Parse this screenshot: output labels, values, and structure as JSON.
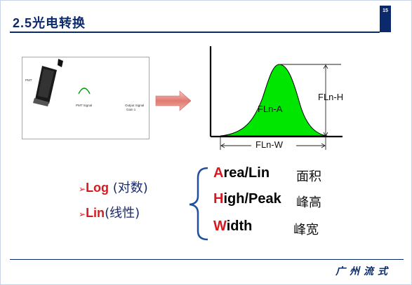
{
  "header": {
    "title": "2.5光电转换",
    "page_number": "15"
  },
  "screenshot": {
    "pmt_label": "PMT",
    "pmt_signal_label": "PMT Signal",
    "output_signal_label": "Output Signal",
    "gain_label": "Gain 1"
  },
  "graph": {
    "area_label": "FLn-A",
    "height_label": "FLn-H",
    "width_label": "FLn-W",
    "peak_color": "#00e600"
  },
  "left_list": [
    {
      "en": "Log",
      "cn": " (对数)"
    },
    {
      "en": "Lin",
      "cn": "(线性)"
    }
  ],
  "right_list": [
    {
      "initial": "A",
      "rest": "rea/Lin",
      "cn": "面积"
    },
    {
      "initial": "H",
      "rest": "igh/Peak",
      "cn": "峰高"
    },
    {
      "initial": "W",
      "rest": "idth",
      "cn": "峰宽"
    }
  ],
  "footer": {
    "brand": "广州流式"
  },
  "colors": {
    "navy": "#0b2a6b",
    "accent_red": "#d71920",
    "peak_green": "#00e600"
  }
}
